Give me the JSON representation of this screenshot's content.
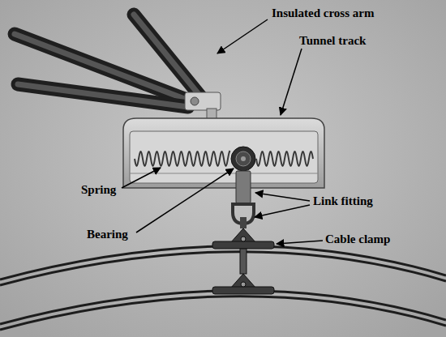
{
  "diagram": {
    "labels": [
      "Insulated cross arm",
      "Tunnel track",
      "Spring",
      "Bearing",
      "Link fitting",
      "Cable clamp"
    ]
  }
}
